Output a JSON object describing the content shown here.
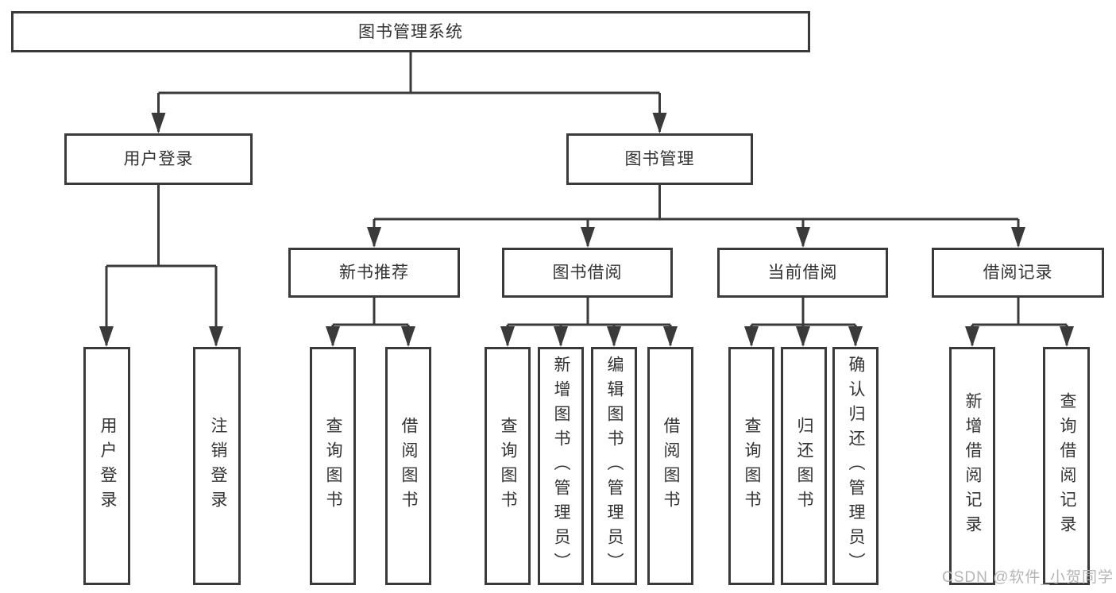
{
  "tree": {
    "root": "图书管理系统",
    "user_login": {
      "label": "用户登录",
      "children": [
        "用户登录",
        "注销登录"
      ]
    },
    "book_mgmt": {
      "label": "图书管理",
      "sections": [
        {
          "label": "新书推荐",
          "children": [
            "查询图书",
            "借阅图书"
          ]
        },
        {
          "label": "图书借阅",
          "children": [
            "查询图书",
            "新增图书（管理员）",
            "编辑图书（管理员）",
            "借阅图书"
          ]
        },
        {
          "label": "当前借阅",
          "children": [
            "查询图书",
            "归还图书",
            "确认归还（管理员）"
          ]
        },
        {
          "label": "借阅记录",
          "children": [
            "新增借阅记录",
            "查询借阅记录"
          ]
        }
      ]
    }
  },
  "watermark": "CSDN @软件_小贺同学",
  "colors": {
    "line": "#3a3a3a",
    "text": "#333333",
    "watermark_text": "#b5b5b5",
    "background": "#ffffff"
  }
}
